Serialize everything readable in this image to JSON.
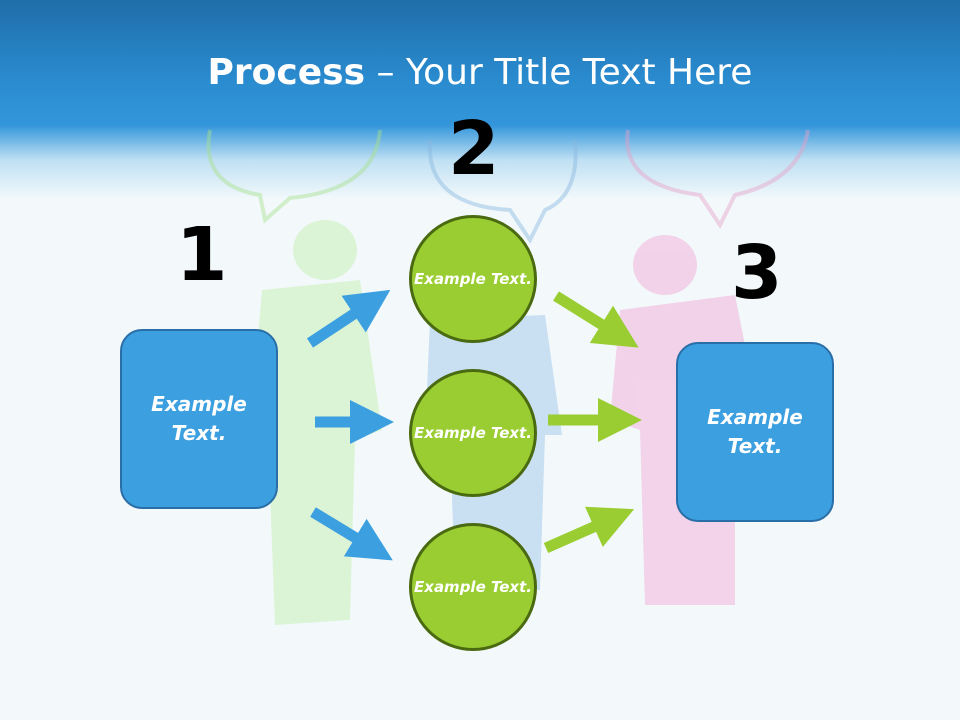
{
  "title": {
    "bold": "Process",
    "rest": " – Your Title Text Here"
  },
  "steps": [
    {
      "number": "1",
      "text": "Example Text."
    },
    {
      "number": "2",
      "circles": [
        "Example Text.",
        "Example Text.",
        "Example Text."
      ]
    },
    {
      "number": "3",
      "text": "Example Text."
    }
  ],
  "colors": {
    "blue": "#3c9fe0",
    "green": "#9acd32",
    "header": "#2a8bcf"
  }
}
